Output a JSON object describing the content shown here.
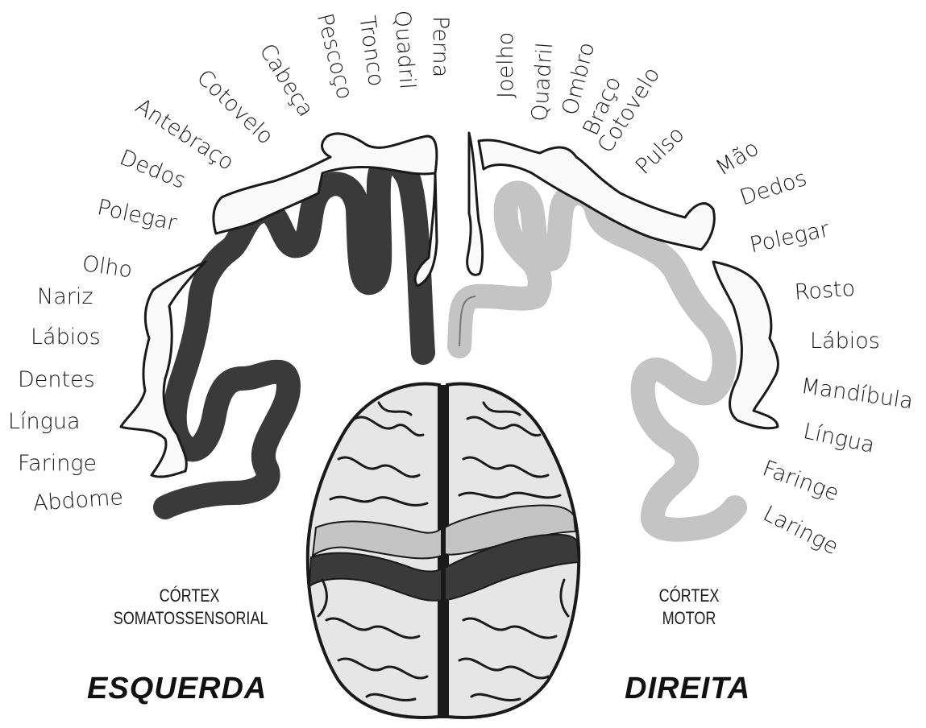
{
  "left_labels": [
    "Perna",
    "Quadril",
    "Tronco",
    "Pescoço",
    "Cabeça",
    "Cotovelo",
    "Antebraço",
    "Dedos",
    "Polegar",
    "Olho",
    "Nariz",
    "Lábios",
    "Dentes",
    "Língua",
    "Faringe",
    "Abdome"
  ],
  "right_labels": [
    "Joelho",
    "Quadril",
    "Ombro",
    "Braço",
    "Cotovelo",
    "Pulso",
    "Mão",
    "Dedos",
    "Polegar",
    "Rosto",
    "Lábios",
    "Mandíbula",
    "Língua",
    "Faringe",
    "Laringe"
  ],
  "left_title": [
    "CÓRTEX",
    "SOMATOSSENSORIAL"
  ],
  "right_title": [
    "CÓRTEX",
    "MOTOR"
  ],
  "left_side": "ESQUERDA",
  "right_side": "DIREITA",
  "colors": {
    "somatosensory": "#3a3a3a",
    "motor": "#c4c4c4",
    "outline": "#1a1a1a",
    "brain_fill": "#e6e6e6"
  }
}
